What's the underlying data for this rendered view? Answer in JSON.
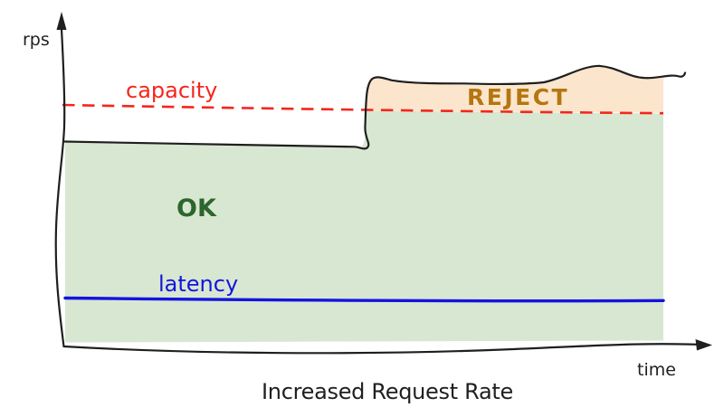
{
  "diagram": {
    "title": "Increased Request Rate",
    "axes": {
      "y_label": "rps",
      "x_label": "time"
    },
    "lines": [
      {
        "id": "capacity",
        "label": "capacity",
        "style": "dashed",
        "color": "#f5261c"
      },
      {
        "id": "latency",
        "label": "latency",
        "style": "solid",
        "color": "#1414dd"
      }
    ],
    "regions": [
      {
        "id": "ok",
        "label": "OK",
        "fill": "#d8e7d2",
        "text_color": "#2d662d"
      },
      {
        "id": "reject",
        "label": "REJECT",
        "fill": "#fbe6cd",
        "text_color": "#b5760f"
      }
    ],
    "ink": "#1f1f1f"
  }
}
